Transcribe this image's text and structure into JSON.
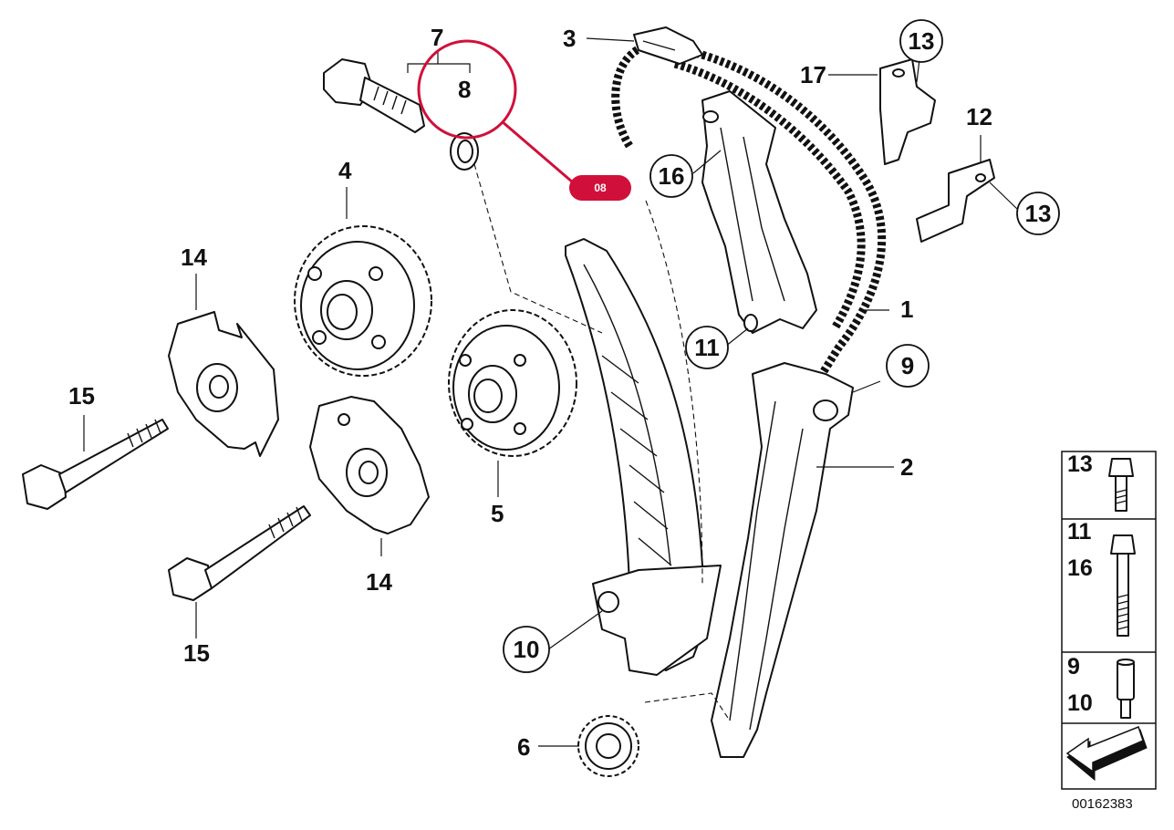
{
  "callouts": {
    "c1": "1",
    "c2": "2",
    "c3": "3",
    "c4": "4",
    "c5": "5",
    "c6": "6",
    "c7": "7",
    "c8": "8",
    "c9": "9",
    "c10": "10",
    "c11": "11",
    "c12": "12",
    "c13a": "13",
    "c13b": "13",
    "c14a": "14",
    "c14b": "14",
    "c15a": "15",
    "c15b": "15",
    "c16": "16",
    "c17": "17"
  },
  "highlight": {
    "badge": "08",
    "color": "#d0103a"
  },
  "legend": {
    "row1": [
      "13"
    ],
    "row2": [
      "11",
      "16"
    ],
    "row3": [
      "9",
      "10"
    ]
  },
  "reference_number": "00162383"
}
